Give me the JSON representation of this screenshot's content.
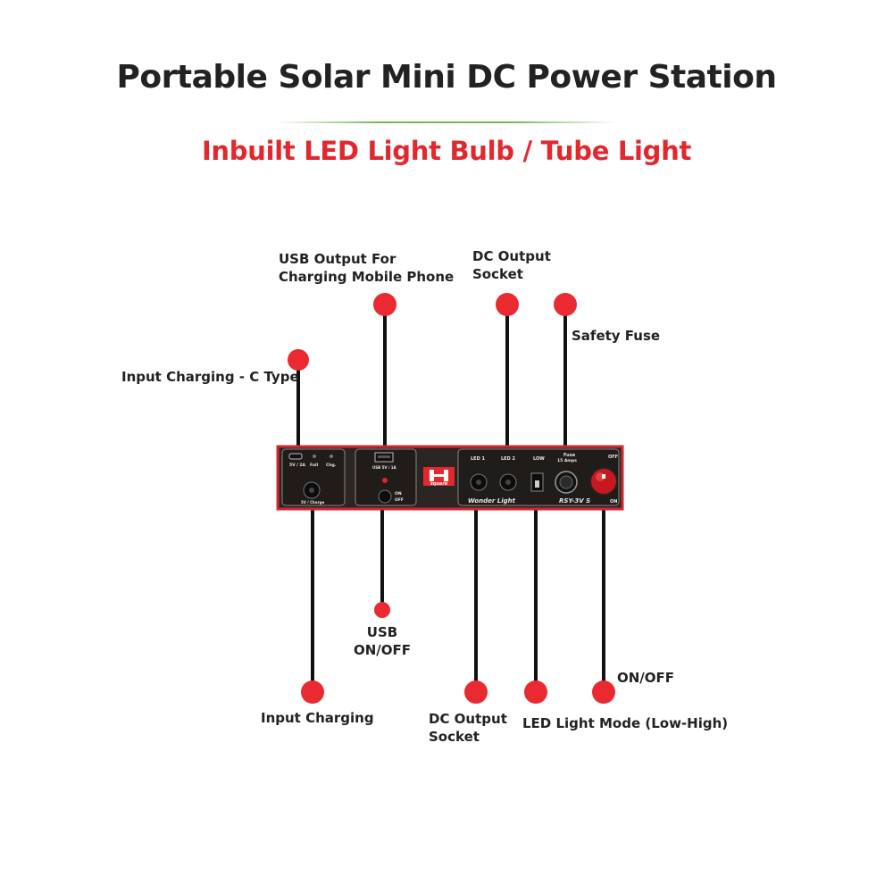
{
  "header": {
    "title": "Portable Solar Mini DC Power Station",
    "subtitle": "Inbuilt LED Light Bulb / Tube Light"
  },
  "colors": {
    "accent": "#e3282d",
    "text": "#222222",
    "divider": "#7ab360",
    "panel": "#2a2623"
  },
  "callouts": {
    "usb_output": "USB Output For\nCharging Mobile Phone",
    "dc_output_top": "DC Output\nSocket",
    "safety_fuse": "Safety Fuse",
    "input_c_type": "Input Charging - C Type",
    "usb_on_off": "USB\nON/OFF",
    "input_charging": "Input Charging",
    "dc_output_bottom": "DC Output\nSocket",
    "led_mode": "LED Light Mode (Low-High)",
    "on_off": "ON/OFF"
  },
  "panel": {
    "brand_logo_text": "square",
    "led1": "LED 1",
    "led2": "LED 2",
    "low": "LOW",
    "fuse": "Fuse",
    "fuse_rating": "15 Amps",
    "off": "OFF",
    "on": "ON",
    "wonder_light": "Wonder Light",
    "model": "RSY-3V S",
    "c_type_rating": "5V / 2A",
    "full": "Full",
    "chg": "Chg.",
    "input_rating": "5V / Charge",
    "usb_rating": "USB 5V / 1A",
    "usb_on": "ON",
    "usb_off": "OFF"
  }
}
